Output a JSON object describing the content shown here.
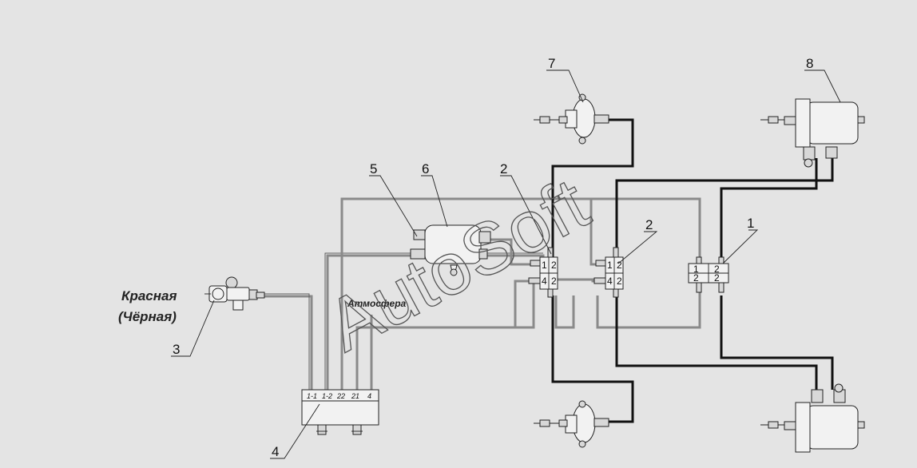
{
  "labels": {
    "coupling_color": "Красная",
    "coupling_color_alt": "(Чёрная)",
    "atmosphere": "Атмосфера",
    "watermark": "AutoSoft"
  },
  "callouts": [
    "1",
    "2",
    "2",
    "3",
    "4",
    "5",
    "6",
    "7",
    "8"
  ],
  "block4_ports": [
    "1-1",
    "1-2",
    "22",
    "21",
    "4"
  ],
  "valve_ports": {
    "relay_left_top": [
      "1",
      "2"
    ],
    "relay_left_bottom": [
      "4",
      "2"
    ],
    "relay_right_top": [
      "1",
      "2"
    ],
    "relay_right_bottom": [
      "4",
      "2"
    ],
    "valve1_top": [
      "1",
      "2"
    ],
    "valve1_bottom": [
      "2",
      "2"
    ]
  },
  "colors": {
    "background": "#e4e4e4",
    "control_line": "#8a8a8a",
    "supply_line": "#111111"
  }
}
